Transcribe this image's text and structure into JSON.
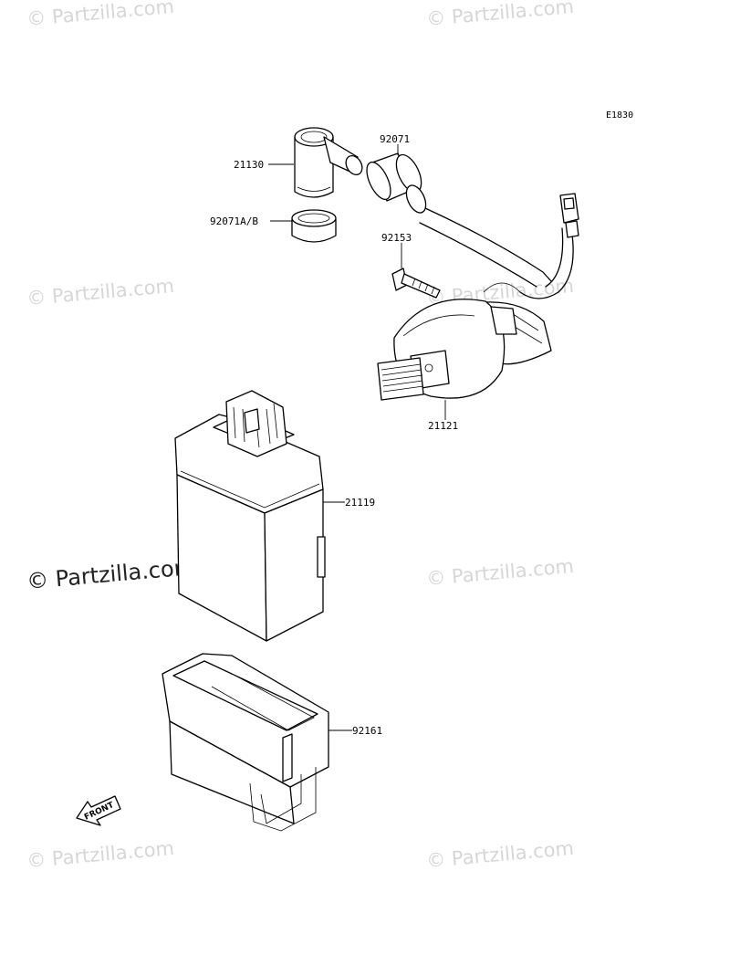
{
  "diagram": {
    "code": "E1830",
    "watermark": "© Partzilla.com",
    "watermark_highlight": "© Partzilla.com",
    "front_label": "FRONT",
    "parts": {
      "cap": "21130",
      "seal_a_b": "92071A/B",
      "grommet": "92071",
      "bolt": "92153",
      "coil": "21121",
      "igniter": "21119",
      "case": "92161"
    },
    "colors": {
      "line": "#000000",
      "watermark": "#d6d6d6"
    }
  }
}
